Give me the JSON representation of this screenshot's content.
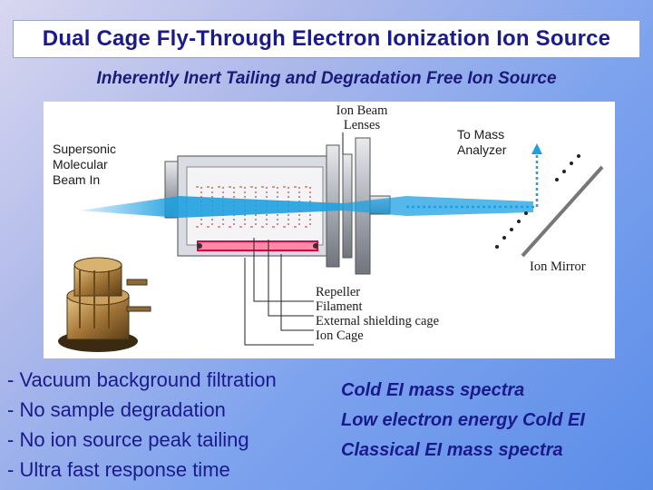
{
  "title": "Dual Cage Fly-Through Electron Ionization Ion Source",
  "subtitle": "Inherently Inert Tailing and Degradation Free Ion Source",
  "diagram": {
    "labels": {
      "beam_in": [
        "Supersonic",
        "Molecular",
        "Beam In"
      ],
      "lenses": [
        "Ion Beam",
        "Lenses"
      ],
      "analyzer": [
        "To Mass",
        "Analyzer"
      ],
      "mirror": "Ion Mirror",
      "parts": [
        "Repeller",
        "Filament",
        "External shielding cage",
        "Ion Cage"
      ]
    },
    "colors": {
      "beam": "#1ea0e0",
      "filament": "#e0004a",
      "repeller": "#ff6a90",
      "housing": "#8a8f99",
      "dotted_path": "#1aa0e8"
    },
    "photo_icon": "ion-source-photo"
  },
  "features": [
    "- Vacuum background filtration",
    "- No sample degradation",
    "- No ion source peak tailing",
    "- Ultra fast response time"
  ],
  "spectra": [
    "Cold EI mass spectra",
    "Low electron energy Cold EI",
    "Classical EI mass spectra"
  ]
}
